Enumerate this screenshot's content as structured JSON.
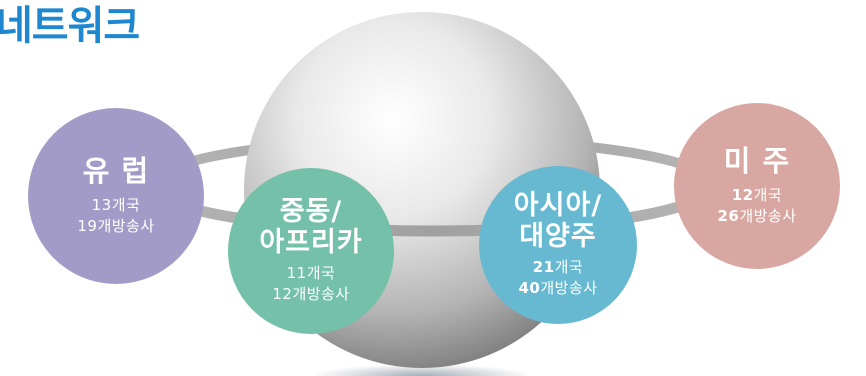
{
  "title": "네트워크",
  "colors": {
    "title": "#1f87cf",
    "europe": "#a39bc7",
    "middle_east_africa": "#74c0a9",
    "asia_oceania": "#66b9d1",
    "americas": "#d8a7a1",
    "ring": "#a9a9a9"
  },
  "regions": [
    {
      "name": "유 럽",
      "countries_num": "13",
      "countries_unit": "개국",
      "broadcasters_num": "19",
      "broadcasters_unit": "개방송사"
    },
    {
      "name_line1": "중동/",
      "name_line2": "아프리카",
      "countries_num": "11",
      "countries_unit": "개국",
      "broadcasters_num": "12",
      "broadcasters_unit": "개방송사"
    },
    {
      "name_line1": "아시아/",
      "name_line2": "대양주",
      "countries_num": "21",
      "countries_unit": "개국",
      "broadcasters_num": "40",
      "broadcasters_unit": "개방송사"
    },
    {
      "name": "미 주",
      "countries_num": "12",
      "countries_unit": "개국",
      "broadcasters_num": "26",
      "broadcasters_unit": "개방송사"
    }
  ]
}
